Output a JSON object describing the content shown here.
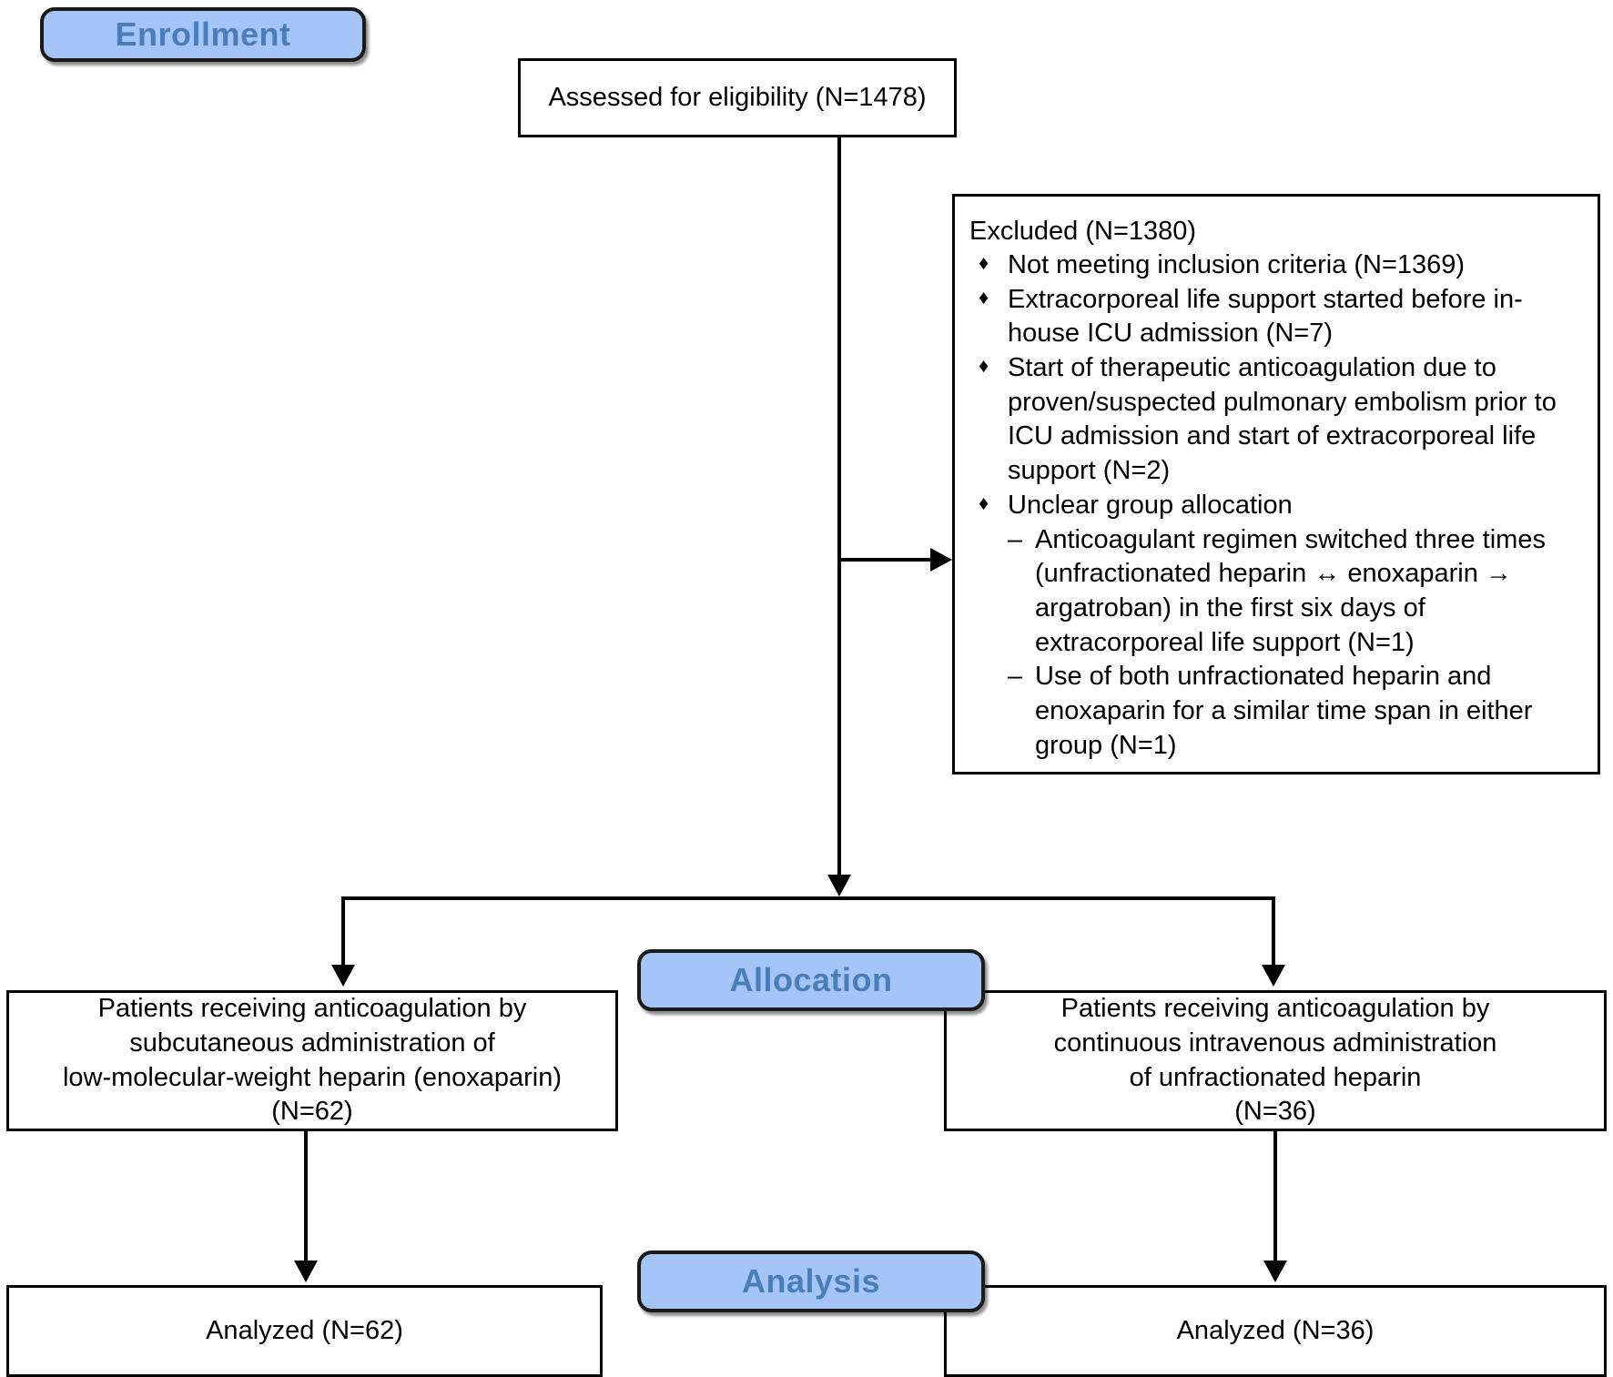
{
  "diagram": {
    "type": "consort-flow-diagram",
    "accent_color": "#a5c4f7",
    "banner_text_color": "#4a7ebb",
    "line_color": "#000000"
  },
  "stages": {
    "enrollment": "Enrollment",
    "allocation": "Allocation",
    "analysis": "Analysis"
  },
  "eligibility": {
    "text": "Assessed for eligibility (N=1478)",
    "n": 1478
  },
  "excluded": {
    "title": "Excluded (N=1380)",
    "n": 1380,
    "bullet_glyph": "♦",
    "dash_glyph": "–",
    "items": [
      {
        "text": "Not meeting inclusion criteria (N=1369)",
        "n": 1369
      },
      {
        "text": "Extracorporeal life support started before in-house ICU admission (N=7)",
        "n": 7
      },
      {
        "text": "Start of therapeutic anticoagulation due to proven/suspected pulmonary embolism prior to ICU admission and start of extracorporeal life support (N=2)",
        "n": 2
      },
      {
        "text": "Unclear group allocation",
        "subitems": [
          {
            "text": "Anticoagulant regimen switched three times (unfractionated heparin ↔ enoxaparin → argatroban) in the first six days of extracorporeal life support (N=1)",
            "n": 1
          },
          {
            "text": "Use of both unfractionated heparin and enoxaparin for a similar time span in either group (N=1)",
            "n": 1
          }
        ]
      }
    ]
  },
  "allocation": {
    "left": {
      "text": "Patients receiving anticoagulation by\nsubcutaneous administration of\nlow-molecular-weight heparin (enoxaparin)\n(N=62)",
      "n": 62
    },
    "right": {
      "text": "Patients receiving anticoagulation by\ncontinuous intravenous administration\nof unfractionated heparin\n(N=36)",
      "n": 36
    }
  },
  "analysis": {
    "left": {
      "text": "Analyzed (N=62)",
      "n": 62
    },
    "right": {
      "text": "Analyzed (N=36)",
      "n": 36
    }
  }
}
